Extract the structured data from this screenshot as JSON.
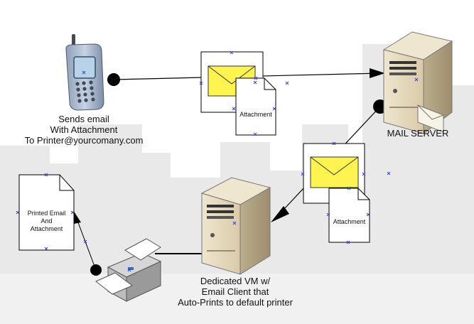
{
  "phone_caption": {
    "line1": "Sends email",
    "line2": "With Attachment",
    "line3": "To Printer@yourcomany.com"
  },
  "mail_server_label": "MAIL SERVER",
  "vm_caption": {
    "line1": "Dedicated VM w/",
    "line2": "Email Client that",
    "line3": "Auto-Prints to default printer"
  },
  "attachment_label_top": "Attachment",
  "attachment_label_bottom": "Attachment",
  "printed_doc": {
    "line1": "Printed Email",
    "line2": "And",
    "line3": "Attachment"
  },
  "colors": {
    "envelope": "#fff44f",
    "server_body": "#e8dcc0",
    "connector": "#000000",
    "handle": "#3344cc",
    "skyline": "#e6e6e6"
  },
  "icons": [
    "mobile-phone-icon",
    "envelope-icon",
    "document-icon",
    "server-tower-icon",
    "printer-icon"
  ]
}
